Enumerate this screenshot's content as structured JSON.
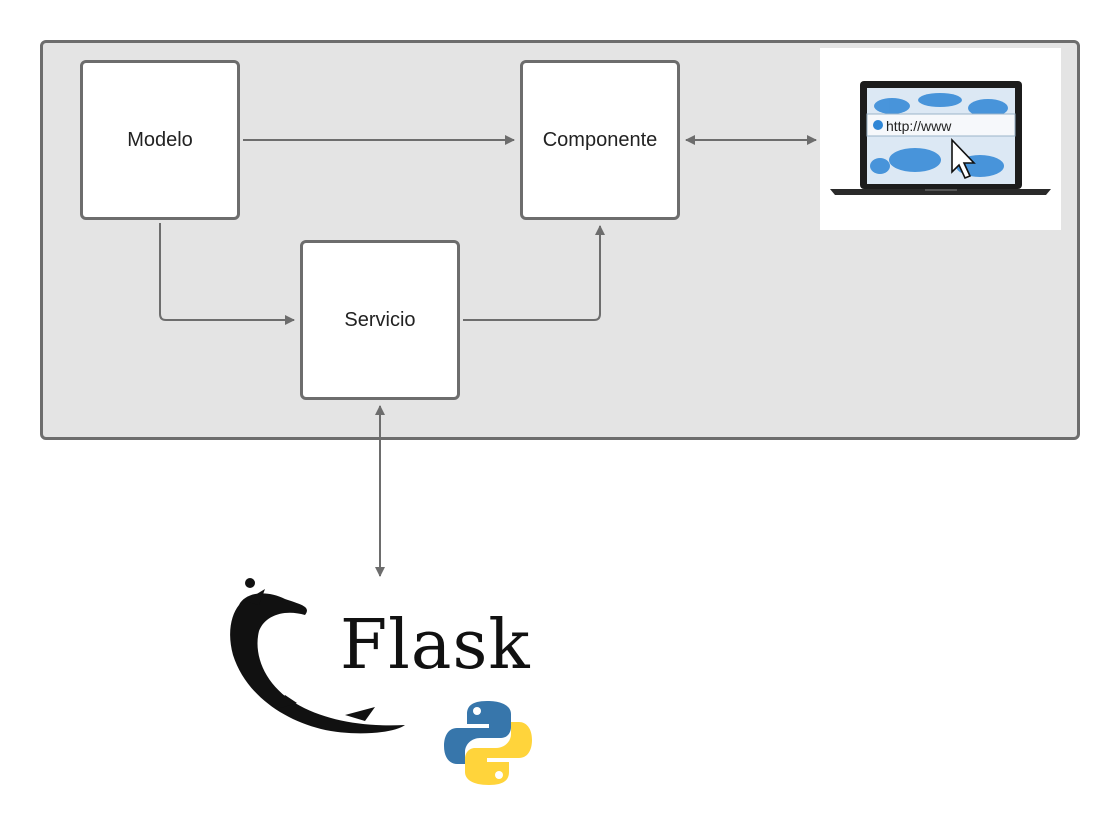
{
  "diagram": {
    "nodes": {
      "modelo": "Modelo",
      "componente": "Componente",
      "servicio": "Servicio"
    },
    "browser_image": {
      "address_text": "http://www"
    },
    "flask_logo": {
      "text": "Flask"
    }
  },
  "colors": {
    "frame_fill": "#e4e4e4",
    "stroke": "#6d6d6d",
    "python_blue": "#3776ab",
    "python_yellow": "#ffd43b"
  }
}
